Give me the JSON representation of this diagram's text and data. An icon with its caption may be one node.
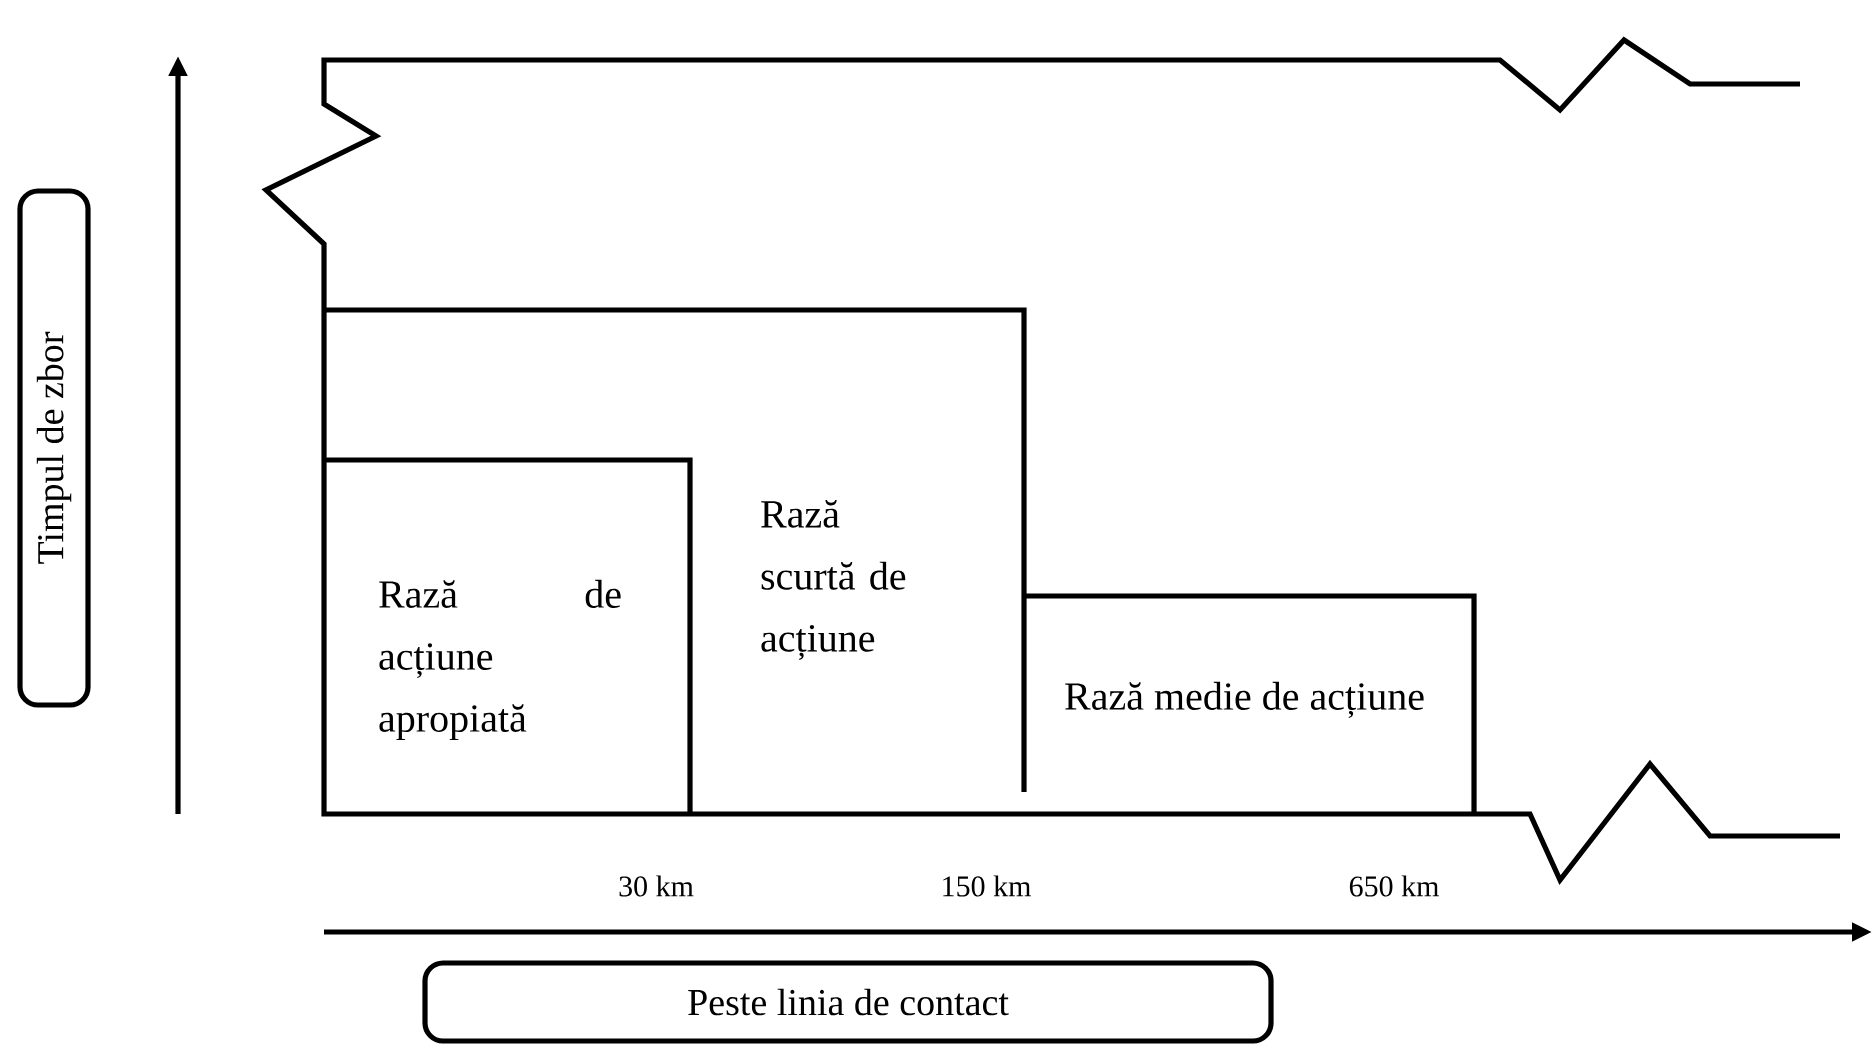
{
  "diagram": {
    "nodes": [
      {
        "text": [
          "Timpul de zbor"
        ]
      },
      {
        "text": [
          "Rază de acțiune apropiată"
        ]
      },
      {
        "text": [
          "Rază scurtă de acțiune"
        ]
      },
      {
        "text": [
          "Rază medie de acțiune"
        ]
      },
      {
        "text": [
          "Peste linia de contact"
        ]
      }
    ],
    "labels": [
      "30 km",
      "150 km",
      "650 km"
    ]
  }
}
